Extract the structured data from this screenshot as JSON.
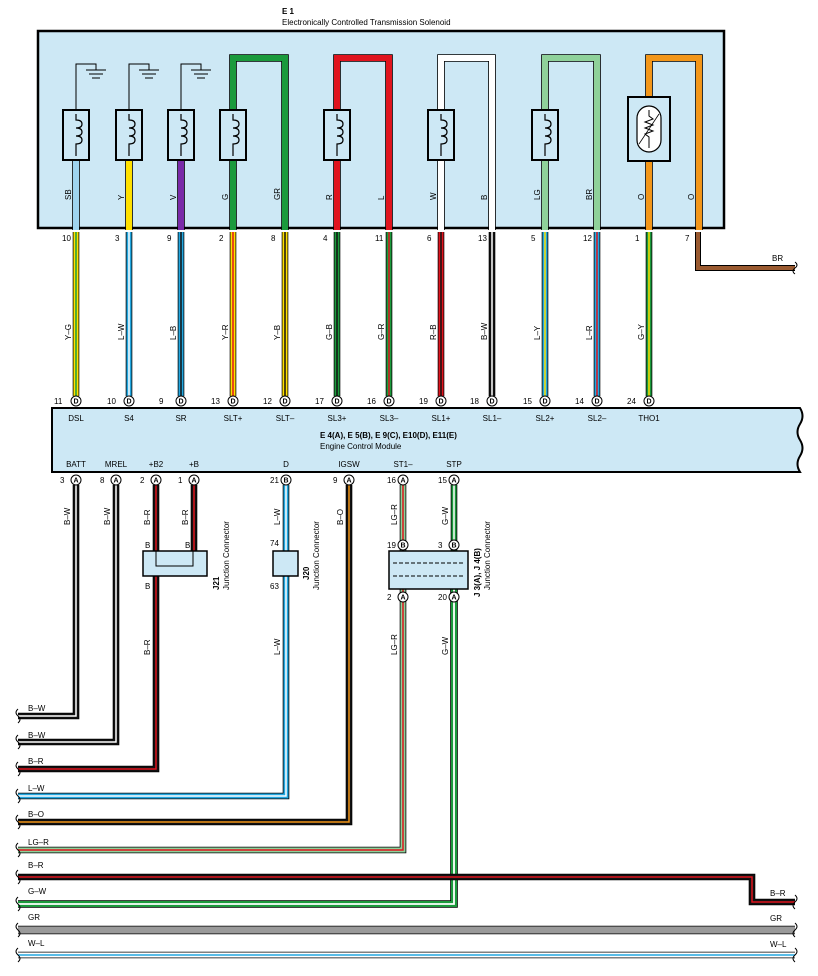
{
  "solenoid": {
    "code": "E 1",
    "title": "Electronically Controlled Transmission Solenoid",
    "inner_labels": [
      "SB",
      "Y",
      "V",
      "G",
      "GR",
      "R",
      "L",
      "W",
      "B",
      "LG",
      "BR",
      "O",
      "O"
    ],
    "pins": [
      "10",
      "3",
      "9",
      "2",
      "8",
      "4",
      "11",
      "6",
      "13",
      "5",
      "12",
      "1",
      "7"
    ]
  },
  "wires_top": [
    "Y–G",
    "L–W",
    "L–B",
    "Y–R",
    "Y–B",
    "G–B",
    "G–R",
    "R–B",
    "B–W",
    "L–Y",
    "L–R",
    "G–Y"
  ],
  "br_out": "BR",
  "ecm": {
    "header": "E 4(A), E 5(B), E 9(C), E10(D), E11(E)",
    "title": "Engine Control Module",
    "top_pins": [
      {
        "num": "11",
        "letter": "D",
        "sig": "DSL"
      },
      {
        "num": "10",
        "letter": "D",
        "sig": "S4"
      },
      {
        "num": "9",
        "letter": "D",
        "sig": "SR"
      },
      {
        "num": "13",
        "letter": "D",
        "sig": "SLT+"
      },
      {
        "num": "12",
        "letter": "D",
        "sig": "SLT–"
      },
      {
        "num": "17",
        "letter": "D",
        "sig": "SL3+"
      },
      {
        "num": "16",
        "letter": "D",
        "sig": "SL3–"
      },
      {
        "num": "19",
        "letter": "D",
        "sig": "SL1+"
      },
      {
        "num": "18",
        "letter": "D",
        "sig": "SL1–"
      },
      {
        "num": "15",
        "letter": "D",
        "sig": "SL2+"
      },
      {
        "num": "14",
        "letter": "D",
        "sig": "SL2–"
      },
      {
        "num": "24",
        "letter": "D",
        "sig": "THO1"
      }
    ],
    "bottom_pins": [
      {
        "num": "3",
        "letter": "A",
        "sig": "BATT"
      },
      {
        "num": "8",
        "letter": "A",
        "sig": "MREL"
      },
      {
        "num": "2",
        "letter": "A",
        "sig": "+B2"
      },
      {
        "num": "1",
        "letter": "A",
        "sig": "+B"
      },
      {
        "num": "21",
        "letter": "B",
        "sig": "D"
      },
      {
        "num": "9",
        "letter": "A",
        "sig": "IGSW"
      },
      {
        "num": "16",
        "letter": "A",
        "sig": "ST1–"
      },
      {
        "num": "15",
        "letter": "A",
        "sig": "STP"
      }
    ]
  },
  "down_wires": [
    "B–W",
    "B–W",
    "B–R",
    "B–R",
    "L–W",
    "B–O",
    "LG–R",
    "G–W"
  ],
  "j21": {
    "code": "J21",
    "name": "Junction Connector",
    "pin_b": "B"
  },
  "j20": {
    "code": "J20",
    "name": "Junction Connector",
    "pin_top": "74",
    "pin_bot": "63"
  },
  "j3": {
    "code": "J 3(A), J 4(B)",
    "name": "Junction Connector",
    "pins_top": [
      {
        "num": "19",
        "letter": "B"
      },
      {
        "num": "3",
        "letter": "B"
      }
    ],
    "pins_bot": [
      {
        "num": "2",
        "letter": "A"
      },
      {
        "num": "20",
        "letter": "A"
      }
    ]
  },
  "lower_wires": [
    "B–R",
    "L–W",
    "LG–R",
    "G–W"
  ],
  "left_bus": [
    "B–W",
    "B–W",
    "B–R",
    "L–W",
    "B–O",
    "LG–R",
    "B–R",
    "G–W",
    "GR",
    "W–L"
  ],
  "right_bus": [
    "B–R",
    "GR",
    "W–L"
  ],
  "colors": {
    "panel": "#cde8f5",
    "outline": "#000000",
    "bg": "#ffffff"
  }
}
